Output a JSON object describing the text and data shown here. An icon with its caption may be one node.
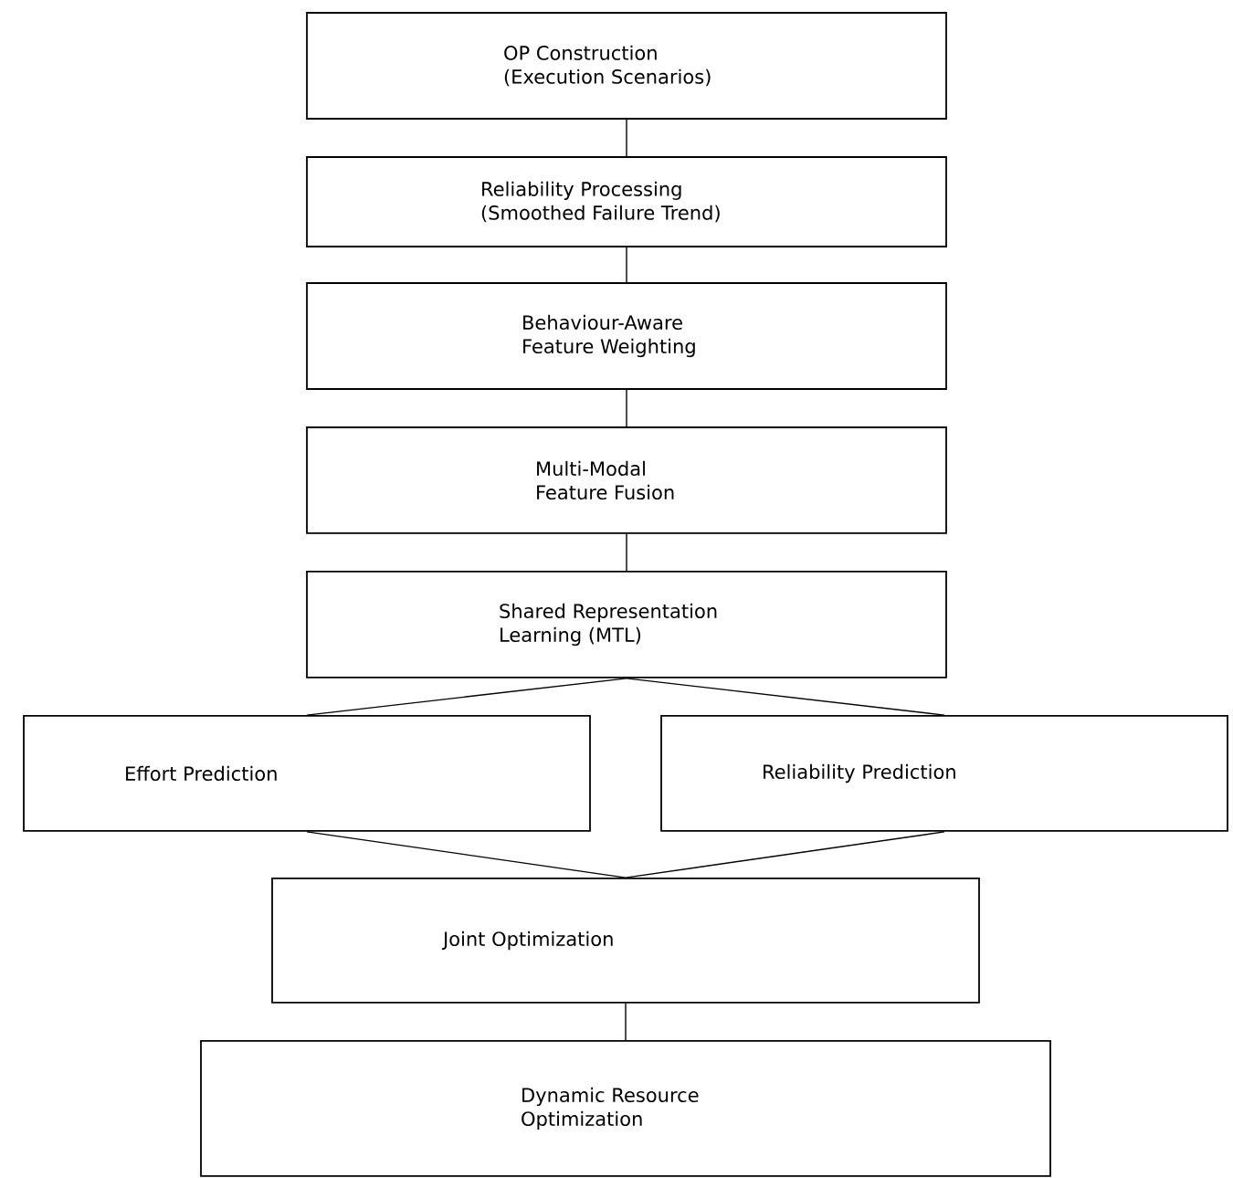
{
  "diagram": {
    "nodes": [
      {
        "text": [
          "OP Construction (Execution Scenarios)"
        ]
      },
      {
        "text": [
          "Reliability Processing (Smoothed Failure Trend)"
        ]
      },
      {
        "text": [
          "Behaviour-Aware Feature Weighting"
        ]
      },
      {
        "text": [
          "Multi-Modal Feature Fusion"
        ]
      },
      {
        "text": [
          "Shared Representation Learning (MTL)"
        ]
      },
      {
        "text": [
          "Effort Prediction"
        ]
      },
      {
        "text": [
          "Reliability Prediction"
        ]
      },
      {
        "text": [
          "Joint Optimization"
        ]
      },
      {
        "text": [
          "Dynamic Resource Optimization"
        ]
      }
    ],
    "edges": [
      {
        "from": 0,
        "to": 1,
        "arrow": "none"
      },
      {
        "from": 1,
        "to": 2,
        "arrow": "none"
      },
      {
        "from": 2,
        "to": 3,
        "arrow": "none"
      },
      {
        "from": 3,
        "to": 4,
        "arrow": "none"
      },
      {
        "from": 4,
        "to": 5,
        "arrow": "none"
      },
      {
        "from": 4,
        "to": 6,
        "arrow": "none"
      },
      {
        "from": 5,
        "to": 7,
        "arrow": "none"
      },
      {
        "from": 6,
        "to": 7,
        "arrow": "none"
      },
      {
        "from": 7,
        "to": 8,
        "arrow": "none"
      }
    ]
  }
}
